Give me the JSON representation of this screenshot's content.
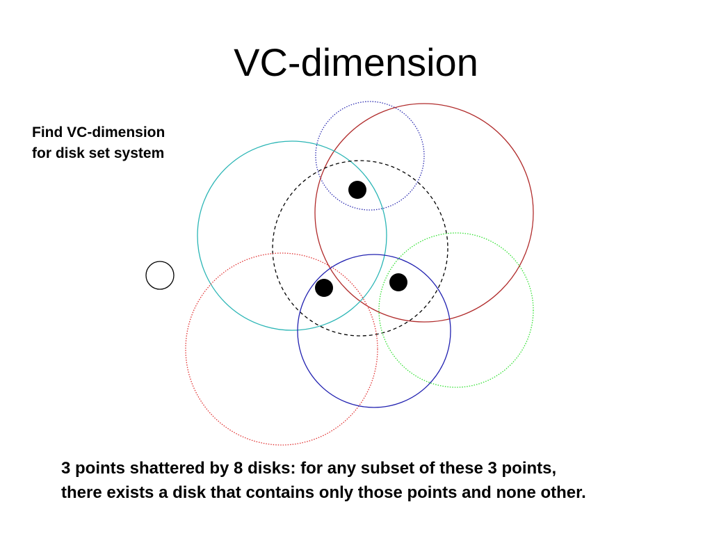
{
  "title": "VC-dimension",
  "prompt": {
    "line1": "Find VC-dimension",
    "line2": "for disk set system"
  },
  "caption": {
    "line1": "3 points shattered by 8 disks: for any subset of these 3 points,",
    "line2": "there exists a disk that contains only those points and none other."
  },
  "diagram": {
    "points": [
      "point-top",
      "point-left",
      "point-right"
    ],
    "disks": [
      {
        "name": "disk-empty",
        "color": "#000000",
        "style": "solid"
      },
      {
        "name": "disk-blue-dotted",
        "color": "#2a2ab0",
        "style": "dotted"
      },
      {
        "name": "disk-red-solid",
        "color": "#b02a2a",
        "style": "solid"
      },
      {
        "name": "disk-teal",
        "color": "#2ab5b5",
        "style": "solid"
      },
      {
        "name": "disk-black-dashed",
        "color": "#000000",
        "style": "dashed"
      },
      {
        "name": "disk-red-dotted",
        "color": "#e03030",
        "style": "dotted"
      },
      {
        "name": "disk-blue-solid",
        "color": "#2020b0",
        "style": "solid"
      },
      {
        "name": "disk-green-dotted",
        "color": "#30e030",
        "style": "dotted"
      }
    ]
  }
}
